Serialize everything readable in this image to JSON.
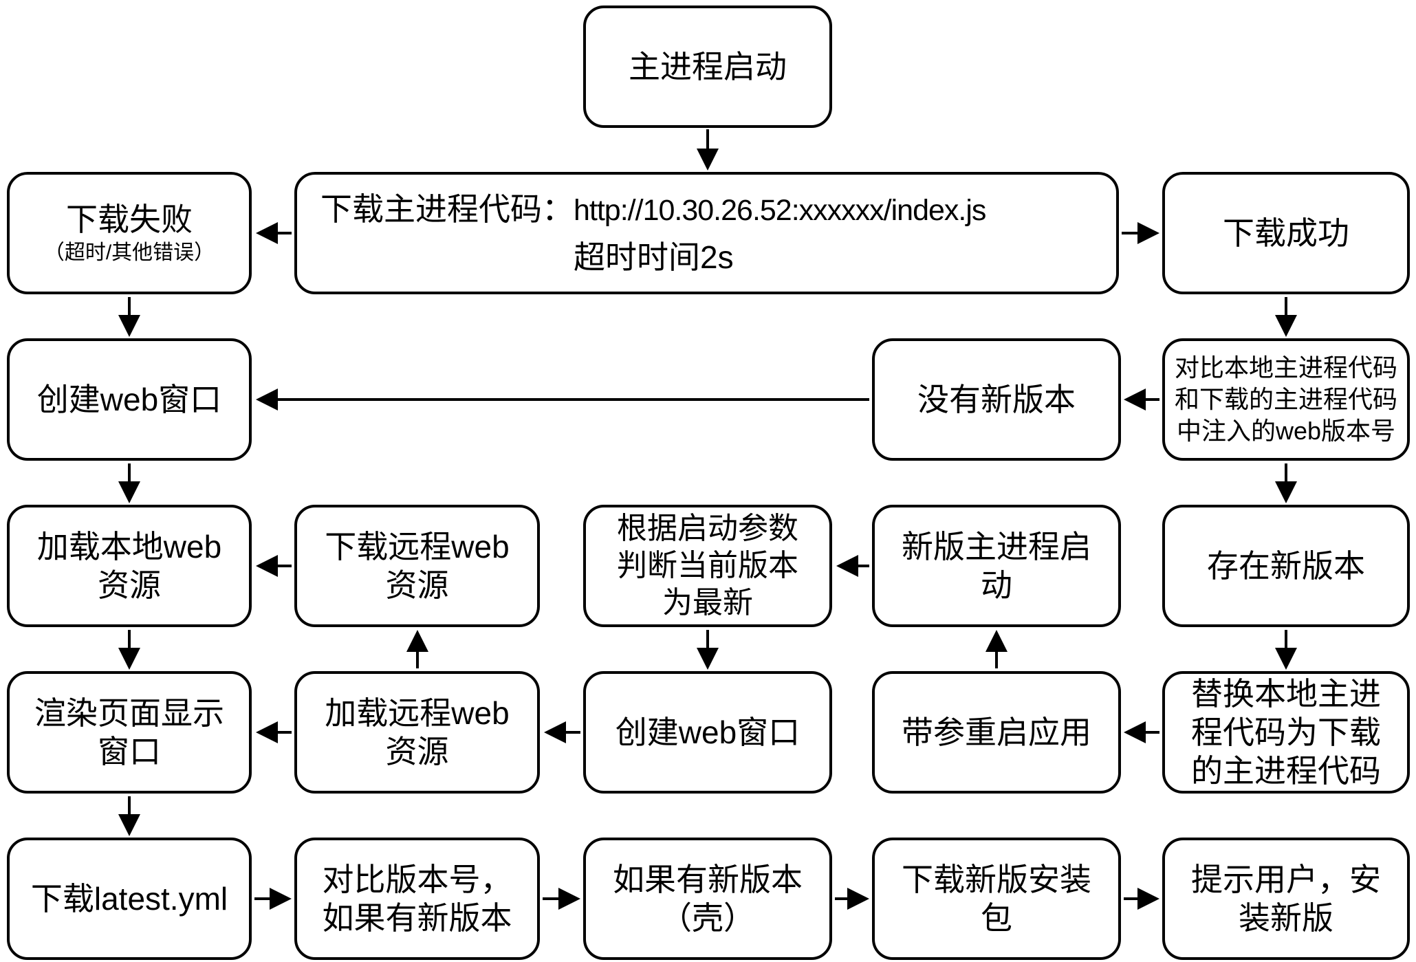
{
  "diagram": {
    "type": "flowchart",
    "language": "zh-CN",
    "background_color": "#ffffff",
    "stroke_color": "#000000",
    "text_color": "#000000"
  },
  "nodes": {
    "main_start": {
      "lines": [
        "主进程启动"
      ]
    },
    "download_code": {
      "label": "下载主进程代码：",
      "url": "http://10.30.26.52:xxxxxx/index.js",
      "timeout": "超时时间2s"
    },
    "download_fail": {
      "lines": [
        "下载失败"
      ],
      "sub": "（超时/其他错误）"
    },
    "download_success": {
      "lines": [
        "下载成功"
      ]
    },
    "create_window_1": {
      "lines": [
        "创建web窗口"
      ]
    },
    "no_new_version": {
      "lines": [
        "没有新版本"
      ]
    },
    "compare_version": {
      "lines": [
        "对比本地主进程代码",
        "和下载的主进程代码",
        "中注入的web版本号"
      ]
    },
    "load_local_web": {
      "lines": [
        "加载本地web",
        "资源"
      ]
    },
    "download_remote_web": {
      "lines": [
        "下载远程web",
        "资源"
      ]
    },
    "judge_latest": {
      "lines": [
        "根据启动参数",
        "判断当前版本",
        "为最新"
      ]
    },
    "new_main_start": {
      "lines": [
        "新版主进程启",
        "动"
      ]
    },
    "has_new_version": {
      "lines": [
        "存在新版本"
      ]
    },
    "render_page": {
      "lines": [
        "渲染页面显示",
        "窗口"
      ]
    },
    "load_remote_web": {
      "lines": [
        "加载远程web",
        "资源"
      ]
    },
    "create_window_2": {
      "lines": [
        "创建web窗口"
      ]
    },
    "restart_with_args": {
      "lines": [
        "带参重启应用"
      ]
    },
    "replace_code": {
      "lines": [
        "替换本地主进",
        "程代码为下载",
        "的主进程代码"
      ]
    },
    "download_latest_yml": {
      "lines": [
        "下载latest.yml"
      ]
    },
    "compare_version_num": {
      "lines": [
        "对比版本号，",
        "如果有新版本"
      ]
    },
    "if_new_shell": {
      "lines": [
        "如果有新版本",
        "（壳）"
      ]
    },
    "download_installer": {
      "lines": [
        "下载新版安装",
        "包"
      ]
    },
    "prompt_install": {
      "lines": [
        "提示用户，安",
        "装新版"
      ]
    }
  },
  "edges": [
    {
      "from": "main_start",
      "to": "download_code"
    },
    {
      "from": "download_code",
      "to": "download_fail"
    },
    {
      "from": "download_code",
      "to": "download_success"
    },
    {
      "from": "download_fail",
      "to": "create_window_1"
    },
    {
      "from": "download_success",
      "to": "compare_version"
    },
    {
      "from": "compare_version",
      "to": "no_new_version"
    },
    {
      "from": "no_new_version",
      "to": "create_window_1"
    },
    {
      "from": "create_window_1",
      "to": "load_local_web"
    },
    {
      "from": "compare_version",
      "to": "has_new_version"
    },
    {
      "from": "download_remote_web",
      "to": "load_local_web"
    },
    {
      "from": "new_main_start",
      "to": "judge_latest"
    },
    {
      "from": "load_local_web",
      "to": "render_page"
    },
    {
      "from": "judge_latest",
      "to": "create_window_2"
    },
    {
      "from": "has_new_version",
      "to": "replace_code"
    },
    {
      "from": "load_remote_web",
      "to": "download_remote_web"
    },
    {
      "from": "restart_with_args",
      "to": "new_main_start"
    },
    {
      "from": "load_remote_web",
      "to": "render_page"
    },
    {
      "from": "create_window_2",
      "to": "load_remote_web"
    },
    {
      "from": "replace_code",
      "to": "restart_with_args"
    },
    {
      "from": "render_page",
      "to": "download_latest_yml"
    },
    {
      "from": "download_latest_yml",
      "to": "compare_version_num"
    },
    {
      "from": "compare_version_num",
      "to": "if_new_shell"
    },
    {
      "from": "if_new_shell",
      "to": "download_installer"
    },
    {
      "from": "download_installer",
      "to": "prompt_install"
    }
  ]
}
